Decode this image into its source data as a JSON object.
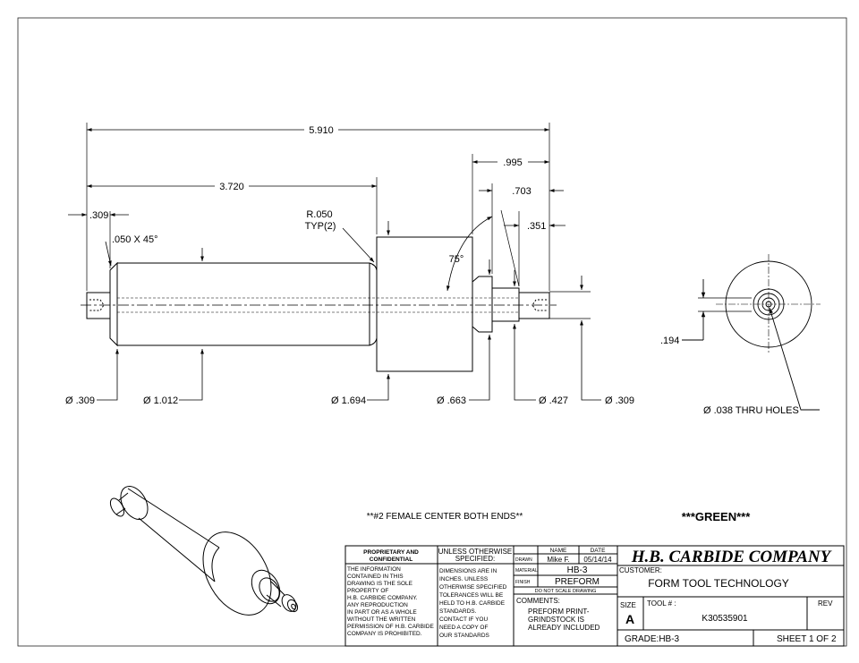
{
  "dimensions": {
    "overall_length": "5.910",
    "length_3720": "3.720",
    "length_995": ".995",
    "length_703": ".703",
    "length_351": ".351",
    "length_309": ".309",
    "chamfer": ".050 X 45°",
    "radius": "R.050",
    "radius_typ": "TYP(2)",
    "angle": "75°",
    "dia_309_left": "Ø .309",
    "dia_1012": "Ø 1.012",
    "dia_1694": "Ø 1.694",
    "dia_663": "Ø .663",
    "dia_427": "Ø .427",
    "dia_309_right": "Ø .309",
    "end_194": ".194",
    "thru_holes": "Ø .038 THRU HOLES"
  },
  "notes": {
    "center_note": "**#2 FEMALE CENTER BOTH ENDS**",
    "green": "***GREEN***"
  },
  "title_block": {
    "proprietary_title": "PROPRIETARY AND",
    "confidential": "CONFIDENTIAL",
    "proprietary_lines": [
      "THE INFORMATION",
      "CONTAINED IN THIS",
      "DRAWING IS THE SOLE",
      "PROPERTY OF",
      "H.B. CARBIDE COMPANY.",
      "ANY REPRODUCTION",
      "IN PART OR AS A WHOLE",
      "WITHOUT THE WRITTEN",
      "PERMISSION OF H.B. CARBIDE",
      "COMPANY IS PROHIBITED."
    ],
    "unless_title_1": "UNLESS OTHERWISE",
    "unless_title_2": "SPECIFIED:",
    "unless_lines": [
      "DIMENSIONS ARE IN",
      "INCHES. UNLESS",
      "OTHERWISE SPECIFIED",
      "TOLERANCES WILL BE",
      "HELD TO H.B. CARBIDE",
      "STANDARDS.",
      "CONTACT IF YOU",
      "NEED A COPY OF",
      "OUR STANDARDS"
    ],
    "name_header": "NAME",
    "date_header": "DATE",
    "drawn_label": "DRAWN",
    "drawn_name": "Mike F.",
    "drawn_date": "05/14/14",
    "material_label": "MATERIAL",
    "material": "HB-3",
    "finish_label": "FINISH",
    "finish": "PREFORM",
    "do_not_scale": "DO NOT SCALE DRAWING",
    "comments_label": "COMMENTS:",
    "comments": [
      "PREFORM PRINT-",
      "GRINDSTOCK IS",
      "ALREADY INCLUDED"
    ],
    "company": "H.B. CARBIDE COMPANY",
    "customer_label": "CUSTOMER:",
    "customer": "FORM TOOL TECHNOLOGY",
    "size_label": "SIZE",
    "size": "A",
    "tool_label": "TOOL # :",
    "tool_number": "K30535901",
    "rev_label": "REV",
    "grade": "GRADE:HB-3",
    "sheet": "SHEET 1 OF 2"
  }
}
